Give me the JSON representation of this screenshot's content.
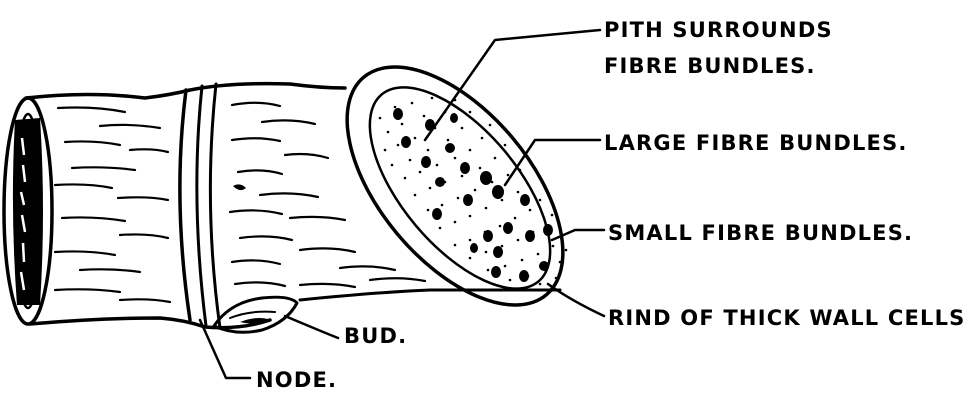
{
  "labels": {
    "pith_line1": "PITH SURROUNDS",
    "pith_line2": "FIBRE BUNDLES.",
    "large": "LARGE FIBRE BUNDLES.",
    "small": "SMALL FIBRE BUNDLES.",
    "rind": "RIND OF THICK WALL CELLS.",
    "bud": "BUD.",
    "node": "NODE."
  },
  "colors": {
    "ink": "#000000",
    "paper": "#ffffff"
  }
}
